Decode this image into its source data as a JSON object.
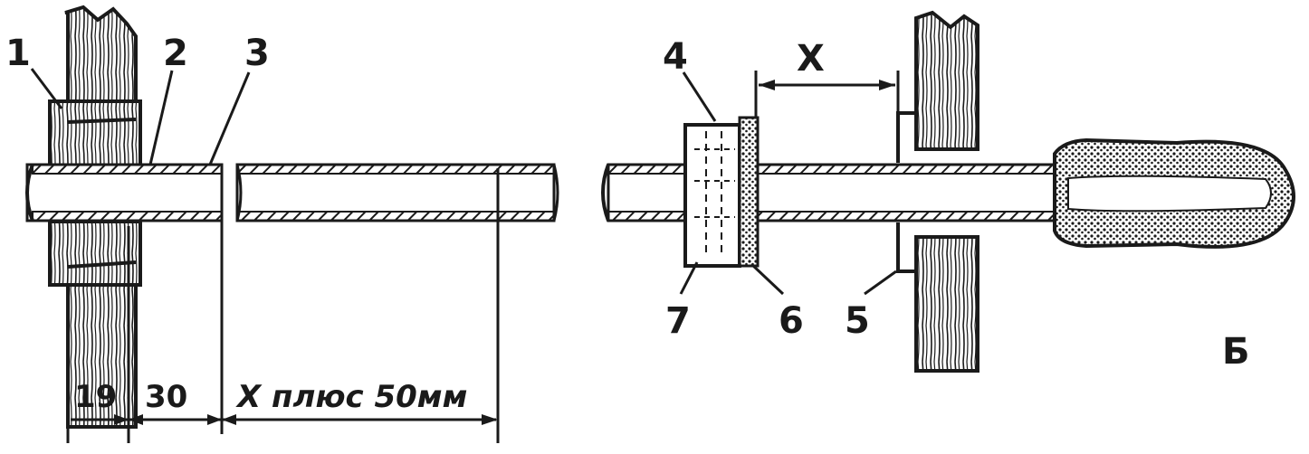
{
  "diagram_a": {
    "labels": {
      "part1": "1",
      "part2": "2",
      "part3": "3"
    },
    "dimensions": {
      "d1": "19",
      "d2": "30",
      "d3": "Х плюс 50мм"
    }
  },
  "diagram_b": {
    "labels": {
      "part4": "4",
      "part5": "5",
      "part6": "6",
      "part7": "7"
    },
    "dimension_x": "Х",
    "view_letter": "Б"
  },
  "colors": {
    "ink": "#1a1a1a",
    "paper": "#ffffff"
  }
}
